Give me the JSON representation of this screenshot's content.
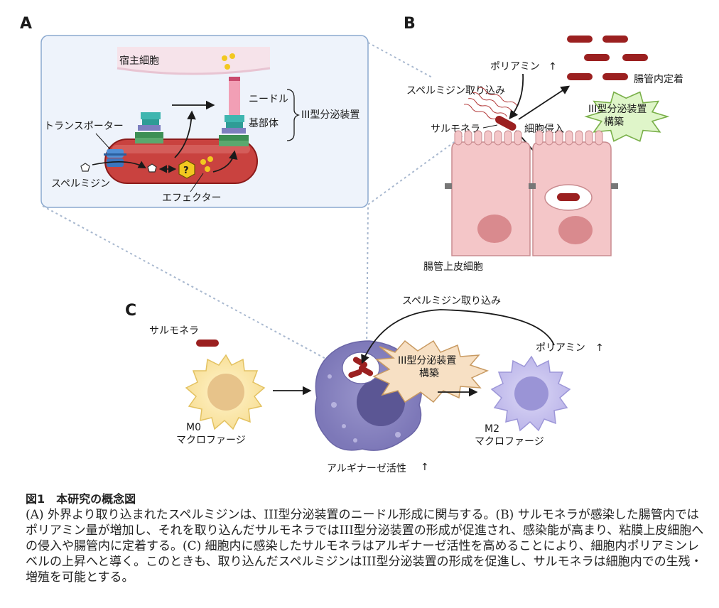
{
  "panels": {
    "a": {
      "letter": "A",
      "host_cell": "宿主細胞",
      "needle": "ニードル",
      "basal_body": "基部体",
      "t3ss": "III型分泌装置",
      "transporter": "トランスポーター",
      "spermidine": "スペルミジン",
      "effector": "エフェクター"
    },
    "b": {
      "letter": "B",
      "polyamine": "ポリアミン",
      "spermidine_uptake": "スペルミジン取り込み",
      "salmonella": "サルモネラ",
      "invasion": "細胞侵入",
      "colonization": "腸管内定着",
      "t3ss_build_l1": "III型分泌装置",
      "t3ss_build_l2": "構築",
      "epithelium": "腸管上皮細胞"
    },
    "c": {
      "letter": "C",
      "salmonella": "サルモネラ",
      "spermidine_uptake": "スペルミジン取り込み",
      "polyamine": "ポリアミン",
      "t3ss_build_l1": "III型分泌装置",
      "t3ss_build_l2": "構築",
      "m0_l1": "M0",
      "m0_l2": "マクロファージ",
      "m2_l1": "M2",
      "m2_l2": "マクロファージ",
      "arginase": "アルギナーゼ活性"
    }
  },
  "arrows": {
    "up": "↑"
  },
  "caption": {
    "title": "図1　本研究の概念図",
    "body": "(A) 外界より取り込まれたスペルミジンは、III型分泌装置のニードル形成に関与する。(B) サルモネラが感染した腸管内ではポリアミン量が増加し、それを取り込んだサルモネラではIII型分泌装置の形成が促進され、感染能が高まり、粘膜上皮細胞への侵入や腸管内に定着する。(C) 細胞内に感染したサルモネラはアルギナーゼ活性を高めることにより、細胞内ポリアミンレベルの上昇へと導く。このときも、取り込んだスペルミジンはIII型分泌装置の形成を促進し、サルモネラは細胞内での生残・増殖を可能とする。"
  },
  "colors": {
    "bacterium": "#c9423f",
    "bacterium_dark": "#8b1a1a",
    "panel_bg": "#eef3fb",
    "panel_border": "#8ba9cf",
    "epithelium": "#f4c6c8",
    "nucleus": "#d98a8e",
    "m0": "#fbe8a8",
    "infected": "#8d88c2",
    "m2": "#cbc6ee",
    "burst": "#f7e0c4",
    "burst_green": "#dff5c9"
  }
}
